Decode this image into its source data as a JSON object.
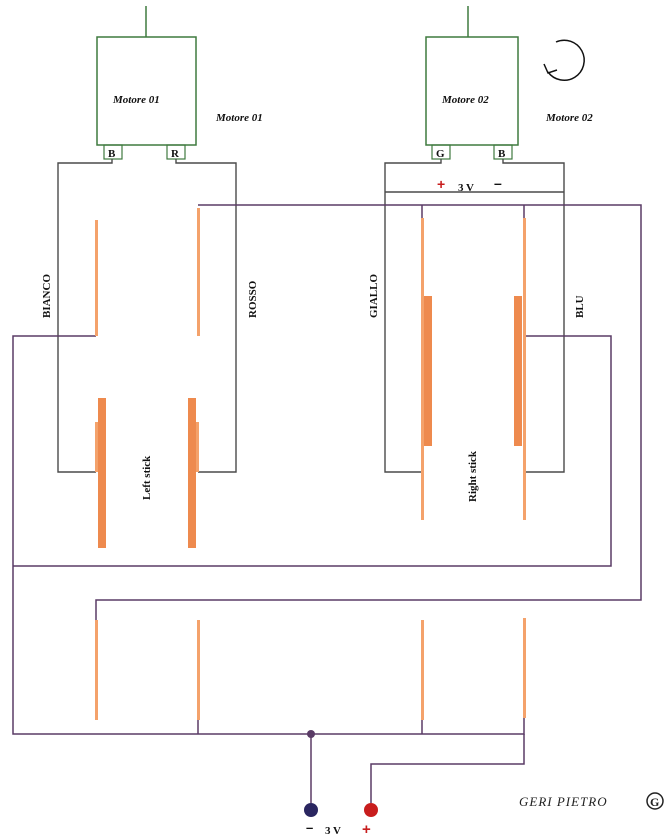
{
  "motors": [
    {
      "inner_label": "Motore 01",
      "side_label": "Motore 01",
      "pins": [
        "B",
        "R"
      ]
    },
    {
      "inner_label": "Motore 02",
      "side_label": "Motore 02",
      "pins": [
        "G",
        "B"
      ]
    }
  ],
  "wires": {
    "left_a": "BIANCO",
    "left_b": "ROSSO",
    "right_a": "GIALLO",
    "right_b": "BLU"
  },
  "sticks": {
    "left": "Left stick",
    "right": "Right stick"
  },
  "top_battery": {
    "plus": "+",
    "voltage": "3 V",
    "minus": "–"
  },
  "bottom_battery": {
    "minus": "–",
    "voltage": "3 V",
    "plus": "+"
  },
  "signature": "GERI  PIETRO",
  "logo": "G",
  "colors": {
    "motor_box": "#3f7a3f",
    "wire_dark": "#4a4a4a",
    "wire_purple": "#5a3b66",
    "contact": "#f4a26b",
    "contact_thick": "#ee8a4e",
    "negative_terminal": "#2a2660",
    "positive_terminal": "#c81d1d",
    "plus_sign": "#c81d1d"
  }
}
